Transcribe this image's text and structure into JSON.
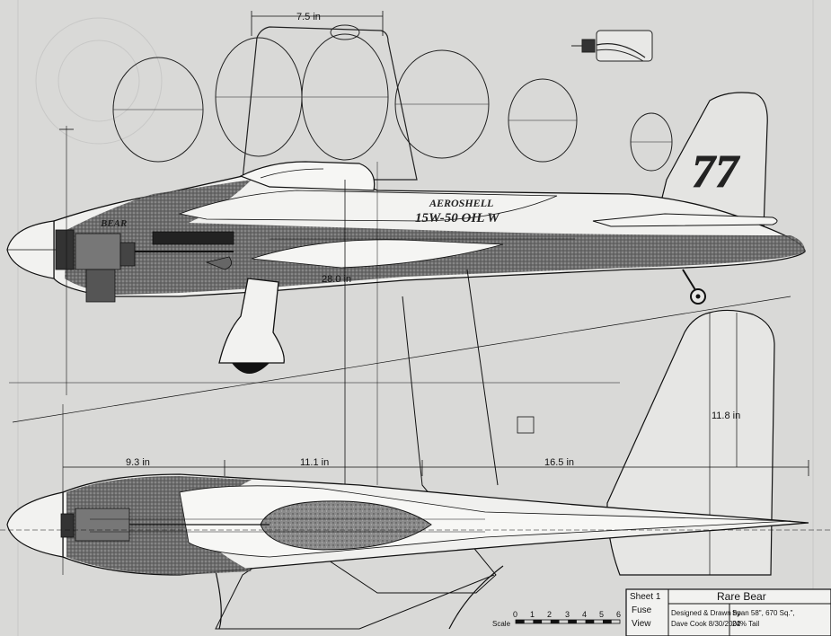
{
  "dimensions": {
    "top_chord": "7.5 in",
    "fuselage_length": "28.0 in",
    "stab_span": "11.8 in",
    "nose_to_wing": "9.3 in",
    "wing_segment": "11.1 in",
    "tail_segment": "16.5 in"
  },
  "markings": {
    "race_number": "77",
    "bear_text": "BEAR",
    "aeroshell_line1": "AEROSHELL",
    "aeroshell_line2": "15W-50 OIL W"
  },
  "title_block": {
    "sheet": "Sheet 1",
    "view_line1": "Fuse",
    "view_line2": "View",
    "title": "Rare Bear",
    "designer_line1": "Designed & Drawn by",
    "designer_line2": "Dave Cook 8/30/2002",
    "specs_line1": "Span 58\", 670 Sq.\",",
    "specs_line2": "24% Tail"
  },
  "scale_bar": {
    "label": "Scale",
    "ticks": [
      "0",
      "1",
      "2",
      "3",
      "4",
      "5",
      "6"
    ]
  },
  "colors": {
    "paper": "#d9d9d7",
    "ink": "#111111",
    "shade": "#3a3a3a"
  }
}
